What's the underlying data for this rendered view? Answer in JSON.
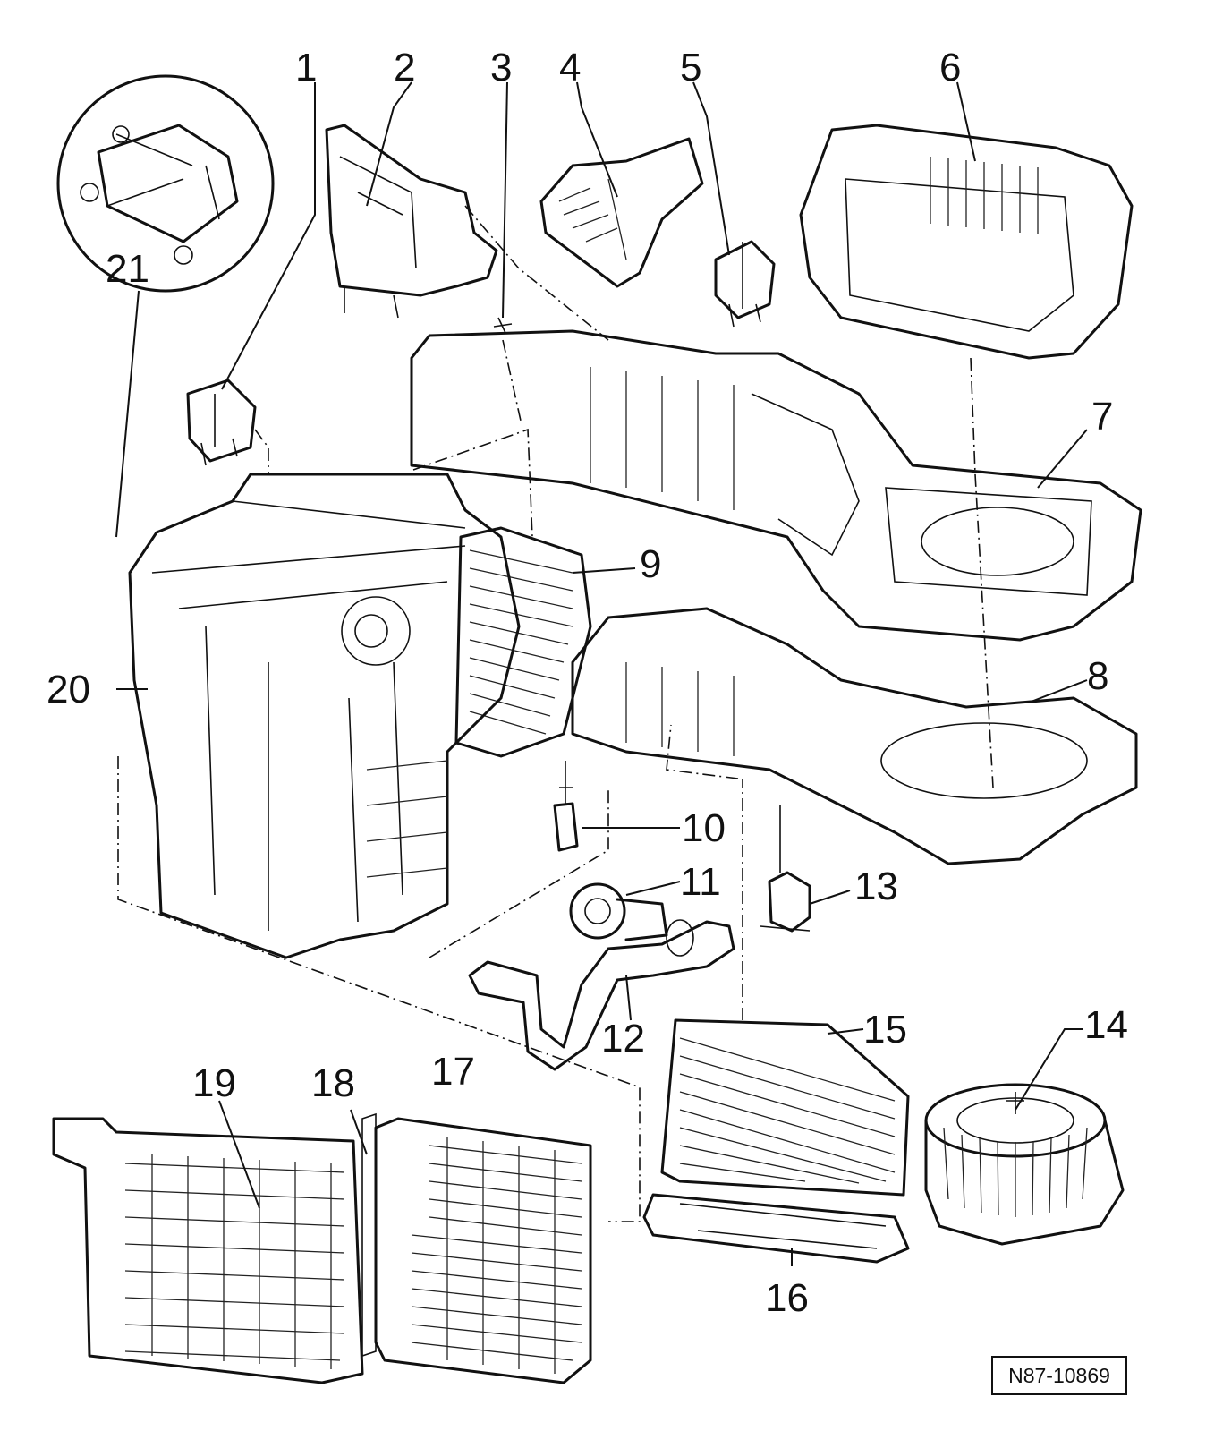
{
  "callouts": [
    "1",
    "2",
    "3",
    "4",
    "5",
    "6",
    "7",
    "8",
    "9",
    "10",
    "11",
    "12",
    "13",
    "14",
    "15",
    "16",
    "17",
    "18",
    "19",
    "20",
    "21"
  ],
  "reference_code": "N87-10869"
}
